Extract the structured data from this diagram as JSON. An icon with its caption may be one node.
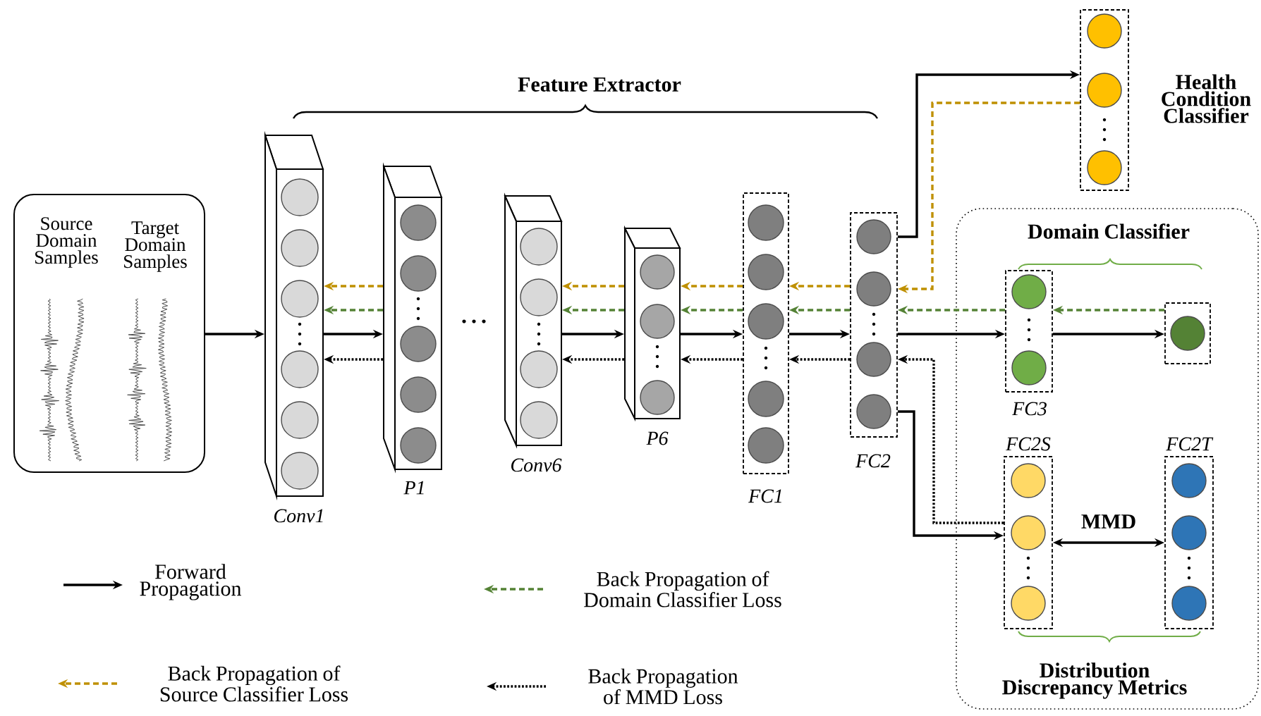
{
  "diagram": {
    "nodes": [
      {
        "text": [
          "Source Domain Samples",
          "Target Domain Samples"
        ]
      },
      {
        "text": [
          "Conv1"
        ]
      },
      {
        "text": [
          "P1"
        ]
      },
      {
        "text": [
          "Conv6"
        ]
      },
      {
        "text": [
          "P6"
        ]
      },
      {
        "text": [
          "FC1"
        ]
      },
      {
        "text": [
          "FC2"
        ]
      },
      {
        "text": [
          "Health Condition Classifier"
        ]
      },
      {
        "text": [
          "Domain Classifier",
          "Distribution Discrepancy Metrics"
        ]
      },
      {
        "text": [
          "FC3"
        ],
        "in": 8
      },
      {
        "text": [],
        "shape": "box",
        "in": 8
      },
      {
        "text": [
          "FC2S"
        ],
        "in": 8
      },
      {
        "text": [
          "FC2T"
        ],
        "in": 8
      }
    ],
    "edges": [
      {
        "from": 0,
        "to": 1,
        "arrow": "to"
      },
      {
        "from": 1,
        "to": 2,
        "arrow": "to"
      },
      {
        "from": 3,
        "to": 4,
        "arrow": "to"
      },
      {
        "from": 4,
        "to": 5,
        "arrow": "to"
      },
      {
        "from": 5,
        "to": 6,
        "arrow": "to"
      },
      {
        "from": 6,
        "to": 7,
        "arrow": "to"
      },
      {
        "from": 6,
        "to": 9,
        "arrow": "to"
      },
      {
        "from": 9,
        "to": 10,
        "arrow": "to"
      },
      {
        "from": 6,
        "to": 11,
        "arrow": "to"
      },
      {
        "from": 11,
        "to": 12,
        "arrow": "both",
        "label": "MMD"
      },
      {
        "from": 7,
        "to": 6,
        "arrow": "to",
        "style": "dashed",
        "color": "#bf9000"
      },
      {
        "from": 6,
        "to": 5,
        "arrow": "to",
        "style": "dashed",
        "color": "#bf9000"
      },
      {
        "from": 5,
        "to": 4,
        "arrow": "to",
        "style": "dashed",
        "color": "#bf9000"
      },
      {
        "from": 4,
        "to": 3,
        "arrow": "to",
        "style": "dashed",
        "color": "#bf9000"
      },
      {
        "from": 2,
        "to": 1,
        "arrow": "to",
        "style": "dashed",
        "color": "#bf9000"
      },
      {
        "from": 10,
        "to": 9,
        "arrow": "to",
        "style": "dashed",
        "color": "#548235"
      },
      {
        "from": 9,
        "to": 6,
        "arrow": "to",
        "style": "dashed",
        "color": "#548235"
      },
      {
        "from": 6,
        "to": 5,
        "arrow": "to",
        "style": "dashed",
        "color": "#548235"
      },
      {
        "from": 5,
        "to": 4,
        "arrow": "to",
        "style": "dashed",
        "color": "#548235"
      },
      {
        "from": 4,
        "to": 3,
        "arrow": "to",
        "style": "dashed",
        "color": "#548235"
      },
      {
        "from": 2,
        "to": 1,
        "arrow": "to",
        "style": "dashed",
        "color": "#548235"
      },
      {
        "from": 11,
        "to": 6,
        "arrow": "to",
        "style": "dashed"
      },
      {
        "from": 6,
        "to": 5,
        "arrow": "to",
        "style": "dashed"
      },
      {
        "from": 5,
        "to": 4,
        "arrow": "to",
        "style": "dashed"
      },
      {
        "from": 4,
        "to": 3,
        "arrow": "to",
        "style": "dashed"
      },
      {
        "from": 2,
        "to": 1,
        "arrow": "to",
        "style": "dashed"
      }
    ],
    "labels": [
      "Feature Extractor"
    ],
    "legend": [
      {
        "text": "Forward Propagation"
      },
      {
        "text": "Back Propagation of Domain Classifier Loss"
      },
      {
        "text": "Back Propagation of Source Classifier Loss"
      },
      {
        "text": "Back Propagation of MMD Loss"
      }
    ]
  }
}
